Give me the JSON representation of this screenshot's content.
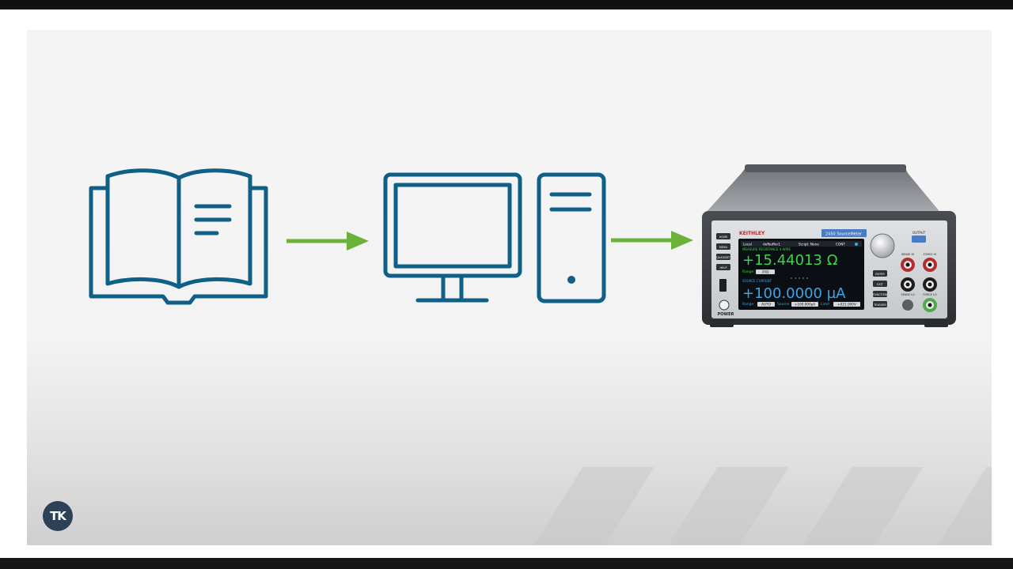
{
  "logo": {
    "text": "TK"
  },
  "instrument": {
    "brand": "KEITHLEY",
    "model_badge": "2450 SourceMeter",
    "status_bar": {
      "mode": "Local",
      "script": "defbuffer1",
      "scripts_label": "Script: None",
      "trigger": "CONT"
    },
    "measure": {
      "label": "MEASURE RESISTANCE 4-WIRE",
      "value": "+15.44013 Ω",
      "range_label": "Range",
      "range_value": "20Ω"
    },
    "source": {
      "label": "SOURCE CURRENT",
      "value": "+100.0000 µA",
      "range_label": "Range",
      "range_value": "AUTO",
      "source_label": "Source",
      "source_value": "+100.000µA",
      "limit_label": "Limit",
      "limit_value": "+021.000V"
    },
    "left_buttons": [
      "HOME",
      "MENU",
      "QUICKSET",
      "HELP"
    ],
    "right_buttons": [
      "ENTER",
      "EXIT",
      "FUNCTION",
      "TRIGGER"
    ],
    "power_label": "POWER",
    "output_label": "OUTPUT",
    "terminals": {
      "sense_hi": "SENSE HI",
      "force_hi": "FORCE HI",
      "sense_lo": "SENSE LO",
      "force_lo": "FORCE LO"
    }
  },
  "colors": {
    "icon": "#0f5f86",
    "arrow": "#6ab23a",
    "display_green": "#3cd64a",
    "display_blue": "#3aa8e8"
  }
}
